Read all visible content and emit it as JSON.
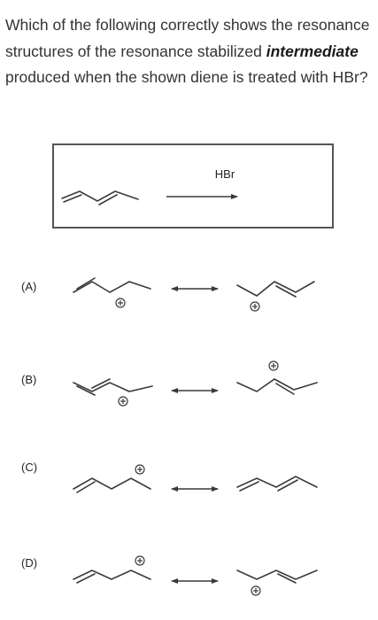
{
  "question": {
    "part1": "Which of the following correctly shows the resonance structures of the resonance stabilized ",
    "emphasis": "intermediate",
    "part2": " produced when the shown diene is treated with HBr?"
  },
  "reaction": {
    "reagent": "HBr"
  },
  "options": [
    {
      "label": "(A)"
    },
    {
      "label": "(B)"
    },
    {
      "label": "(C)"
    },
    {
      "label": "(D)"
    }
  ],
  "colors": {
    "text": "#333333",
    "line": "#3a3a3a",
    "box_border": "#555555"
  },
  "icons": [
    "positive-charge-icon",
    "resonance-arrow-icon",
    "reaction-arrow-icon"
  ]
}
